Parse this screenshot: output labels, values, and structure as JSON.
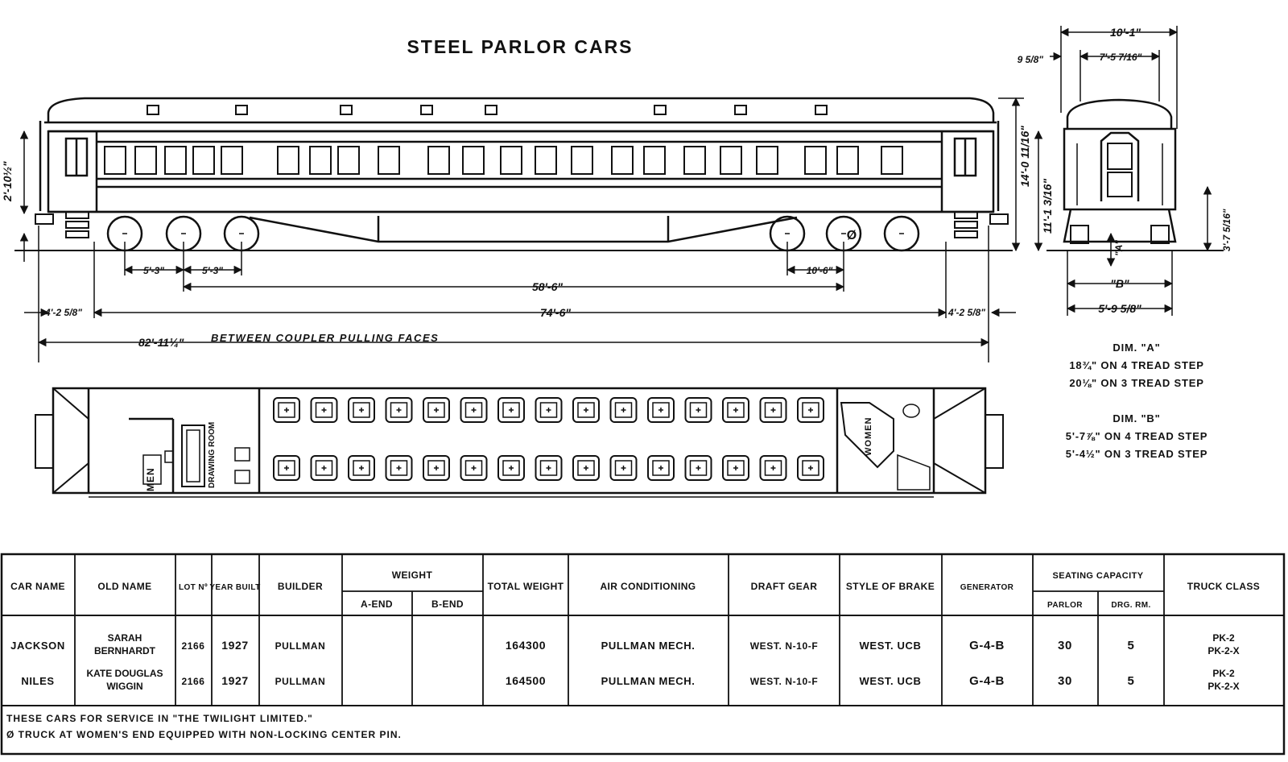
{
  "title": "STEEL PARLOR CARS",
  "elevation": {
    "dims": {
      "roof_rise": "2'-10½\"",
      "height": "14'-0 11/16\"",
      "floor_height": "11'-1 3/16\"",
      "wheelbase_a": "5'-3\"",
      "wheelbase_b": "5'-3\"",
      "truck_centers": "58'-6\"",
      "wheelbase_c": "10'-6\"",
      "body_length": "74'-6\"",
      "end_left": "4'-2 5/8\"",
      "end_right": "4'-2 5/8\"",
      "coupler_length": "82'-11¼\"",
      "coupler_note": "BETWEEN COUPLER PULLING FACES",
      "truck_marker": "Ø"
    }
  },
  "end_view": {
    "dims": {
      "width_overall": "10'-1\"",
      "roof_offset": "9 5/8\"",
      "roof_width": "7'-5 7/16\"",
      "step_height": "3'-7 5/16\"",
      "step_a": "\"A\"",
      "step_b": "\"B\"",
      "base_width": "5'-9 5/8\""
    }
  },
  "dim_notes": {
    "a_title": "DIM. \"A\"",
    "a_line1": "18¾\" ON 4 TREAD STEP",
    "a_line2": "20⅛\" ON 3 TREAD STEP",
    "b_title": "DIM. \"B\"",
    "b_line1": "5'-7⅞\" ON 4 TREAD STEP",
    "b_line2": "5'-4½\" ON 3 TREAD STEP"
  },
  "plan": {
    "labels": {
      "men": "MEN",
      "drawing_room": "DRAWING ROOM",
      "women": "WOMEN"
    },
    "chair_rows": 2,
    "chairs_per_row": 15
  },
  "table": {
    "headers": {
      "car_name": "CAR NAME",
      "old_name": "OLD NAME",
      "lot": "LOT Nº",
      "year_built": "YEAR BUILT",
      "builder": "BUILDER",
      "weight": "WEIGHT",
      "a_end": "A-END",
      "b_end": "B-END",
      "total_weight": "TOTAL WEIGHT",
      "air_conditioning": "AIR CONDITIONING",
      "draft_gear": "DRAFT GEAR",
      "style_of_brake": "STYLE OF BRAKE",
      "generator": "GENERATOR",
      "seating_capacity": "SEATING CAPACITY",
      "parlor": "PARLOR",
      "org_rm": "DRG. RM.",
      "truck_class": "TRUCK CLASS"
    },
    "rows": [
      {
        "car_name": "JACKSON",
        "old_name_1": "SARAH",
        "old_name_2": "BERNHARDT",
        "lot": "2166",
        "year": "1927",
        "builder": "PULLMAN",
        "a_end": "",
        "b_end": "",
        "total_weight": "164300",
        "air_conditioning": "PULLMAN MECH.",
        "draft_gear": "WEST. N-10-F",
        "brake": "WEST. UCB",
        "generator": "G-4-B",
        "parlor": "30",
        "org_rm": "5",
        "truck_1": "PK-2",
        "truck_2": "PK-2-X"
      },
      {
        "car_name": "NILES",
        "old_name_1": "KATE DOUGLAS",
        "old_name_2": "WIGGIN",
        "lot": "2166",
        "year": "1927",
        "builder": "PULLMAN",
        "a_end": "",
        "b_end": "",
        "total_weight": "164500",
        "air_conditioning": "PULLMAN MECH.",
        "draft_gear": "WEST. N-10-F",
        "brake": "WEST. UCB",
        "generator": "G-4-B",
        "parlor": "30",
        "org_rm": "5",
        "truck_1": "PK-2",
        "truck_2": "PK-2-X"
      }
    ],
    "footnote_1": "THESE CARS FOR SERVICE IN \"THE TWILIGHT LIMITED.\"",
    "footnote_2": "Ø TRUCK AT WOMEN'S END EQUIPPED WITH NON-LOCKING CENTER PIN."
  }
}
